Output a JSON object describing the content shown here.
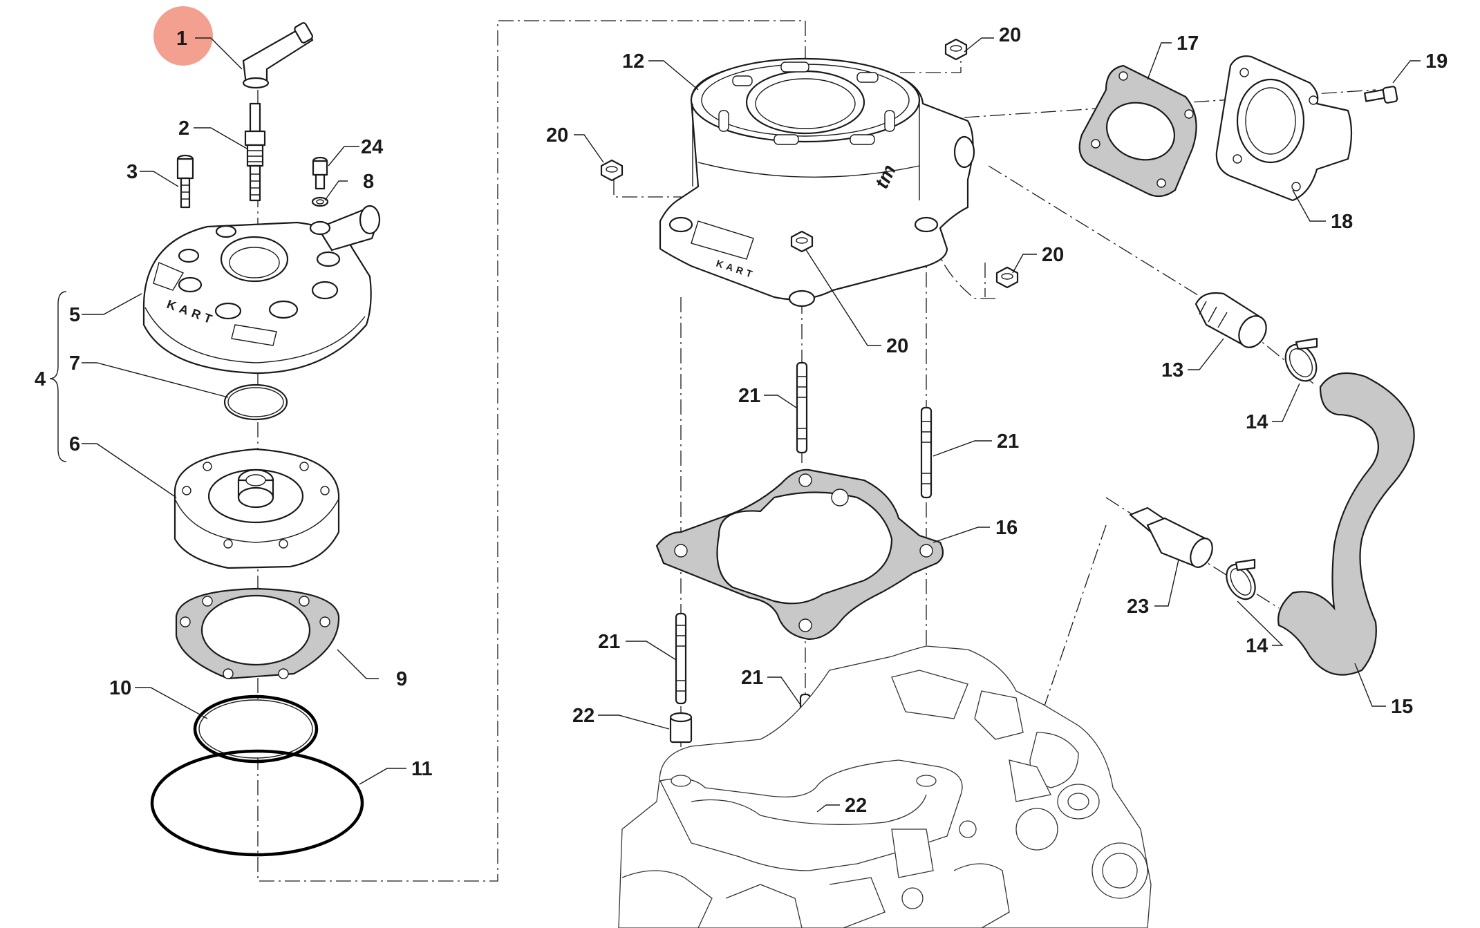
{
  "callouts": {
    "c1": "1",
    "c2": "2",
    "c3": "3",
    "c4": "4",
    "c5": "5",
    "c6": "6",
    "c7": "7",
    "c8": "8",
    "c9": "9",
    "c10": "10",
    "c11": "11",
    "c12": "12",
    "c13": "13",
    "c14a": "14",
    "c14b": "14",
    "c15": "15",
    "c16": "16",
    "c17": "17",
    "c18": "18",
    "c19": "19",
    "c20a": "20",
    "c20b": "20",
    "c20c": "20",
    "c20d": "20",
    "c21a": "21",
    "c21b": "21",
    "c21c": "21",
    "c21d": "21",
    "c22a": "22",
    "c22b": "22",
    "c23": "23",
    "c24": "24"
  },
  "logos": {
    "head_brand": "KART",
    "cylinder_brand": "KART",
    "cylinder_mark": "tm"
  },
  "colors": {
    "highlight": "#f4a090",
    "line": "#1a1a1a",
    "gasket_fill": "#c8c8c8",
    "hose_fill": "#c8c8c8"
  }
}
